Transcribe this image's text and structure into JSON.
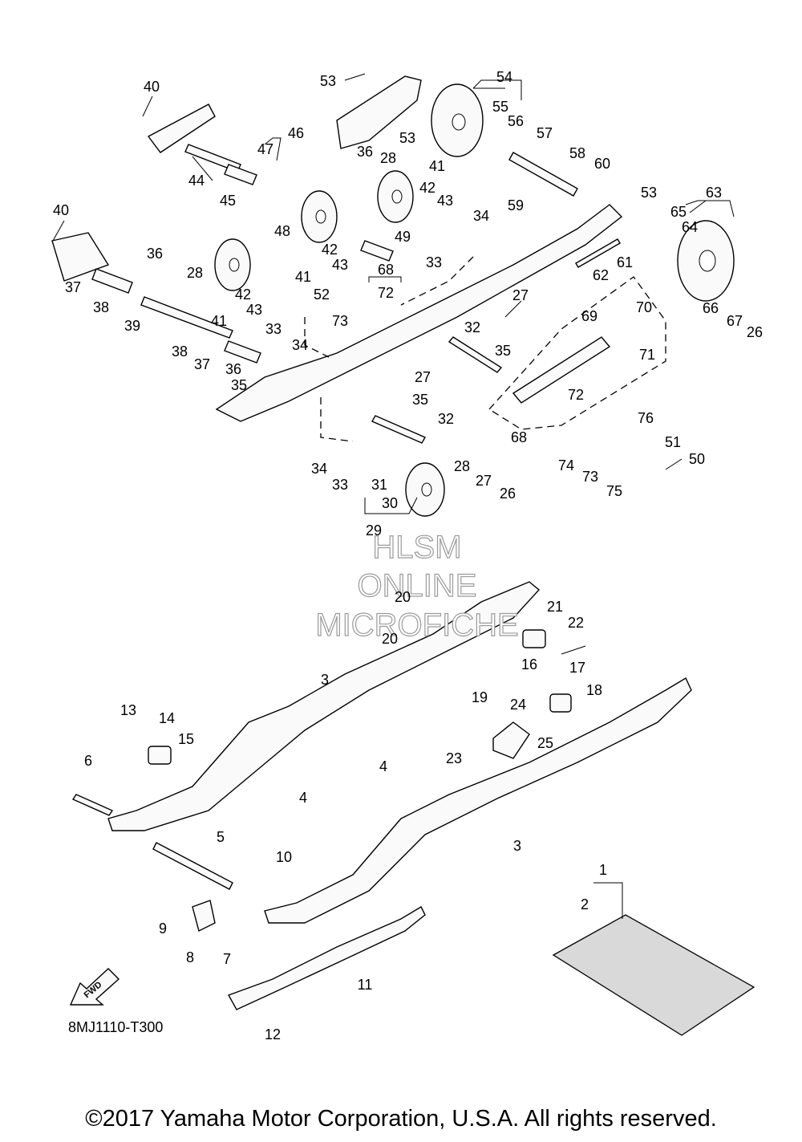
{
  "diagram": {
    "drawing_code": "8MJ1110-T300",
    "copyright": "©2017 Yamaha Motor Corporation, U.S.A. All rights reserved.",
    "watermark": [
      "HLSM",
      "ONLINE",
      "MICROFICHE"
    ],
    "fwd_arrow_text": "FWD",
    "callouts": [
      "1",
      "2",
      "3",
      "3",
      "4",
      "4",
      "5",
      "6",
      "7",
      "8",
      "9",
      "10",
      "11",
      "12",
      "13",
      "14",
      "15",
      "16",
      "17",
      "18",
      "19",
      "20",
      "20",
      "21",
      "22",
      "23",
      "24",
      "25",
      "26",
      "26",
      "27",
      "27",
      "27",
      "28",
      "28",
      "28",
      "29",
      "30",
      "31",
      "32",
      "32",
      "33",
      "33",
      "33",
      "34",
      "34",
      "34",
      "35",
      "35",
      "35",
      "36",
      "36",
      "36",
      "37",
      "37",
      "38",
      "38",
      "39",
      "40",
      "40",
      "41",
      "41",
      "41",
      "42",
      "42",
      "42",
      "43",
      "43",
      "43",
      "44",
      "45",
      "46",
      "47",
      "48",
      "49",
      "50",
      "51",
      "52",
      "53",
      "53",
      "53",
      "54",
      "55",
      "56",
      "57",
      "58",
      "59",
      "60",
      "61",
      "62",
      "63",
      "64",
      "65",
      "66",
      "67",
      "68",
      "68",
      "69",
      "70",
      "71",
      "72",
      "72",
      "73",
      "73",
      "74",
      "75",
      "76"
    ]
  }
}
